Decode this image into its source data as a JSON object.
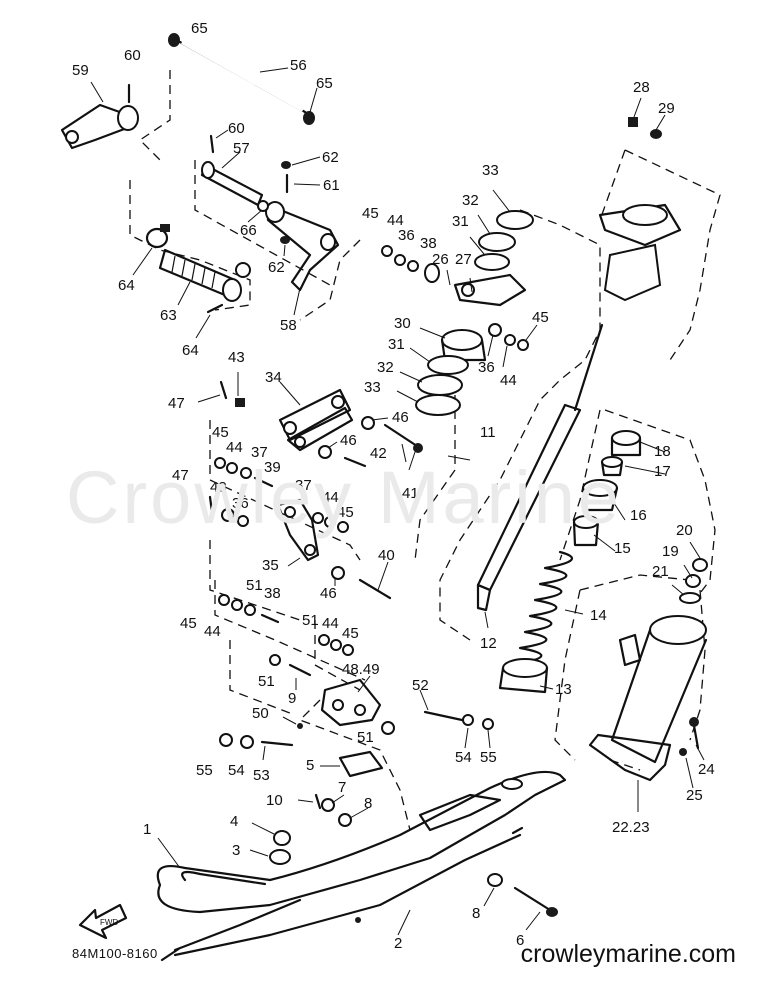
{
  "diagram": {
    "reference_code": "84M100-8160",
    "watermark": "Crowley Marine",
    "website": "crowleymarine.com",
    "direction_badge": "FWD",
    "part_labels": [
      {
        "id": "65a",
        "text": "65"
      },
      {
        "id": "60a",
        "text": "60"
      },
      {
        "id": "59",
        "text": "59"
      },
      {
        "id": "56",
        "text": "56"
      },
      {
        "id": "65b",
        "text": "65"
      },
      {
        "id": "60b",
        "text": "60"
      },
      {
        "id": "57",
        "text": "57"
      },
      {
        "id": "62a",
        "text": "62"
      },
      {
        "id": "61",
        "text": "61"
      },
      {
        "id": "66",
        "text": "66"
      },
      {
        "id": "62b",
        "text": "62"
      },
      {
        "id": "64a",
        "text": "64"
      },
      {
        "id": "63",
        "text": "63"
      },
      {
        "id": "64b",
        "text": "64"
      },
      {
        "id": "58",
        "text": "58"
      },
      {
        "id": "28",
        "text": "28"
      },
      {
        "id": "29",
        "text": "29"
      },
      {
        "id": "33a",
        "text": "33"
      },
      {
        "id": "32a",
        "text": "32"
      },
      {
        "id": "31a",
        "text": "31"
      },
      {
        "id": "45a",
        "text": "45"
      },
      {
        "id": "44a",
        "text": "44"
      },
      {
        "id": "36a",
        "text": "36"
      },
      {
        "id": "38a",
        "text": "38"
      },
      {
        "id": "26",
        "text": "26"
      },
      {
        "id": "27",
        "text": "27"
      },
      {
        "id": "45b",
        "text": "45"
      },
      {
        "id": "36b",
        "text": "36"
      },
      {
        "id": "44b",
        "text": "44"
      },
      {
        "id": "30",
        "text": "30"
      },
      {
        "id": "31b",
        "text": "31"
      },
      {
        "id": "32b",
        "text": "32"
      },
      {
        "id": "33b",
        "text": "33"
      },
      {
        "id": "43a",
        "text": "43"
      },
      {
        "id": "34",
        "text": "34"
      },
      {
        "id": "47a",
        "text": "47"
      },
      {
        "id": "46a",
        "text": "46"
      },
      {
        "id": "46b",
        "text": "46"
      },
      {
        "id": "42",
        "text": "42"
      },
      {
        "id": "41",
        "text": "41"
      },
      {
        "id": "11",
        "text": "11"
      },
      {
        "id": "45c",
        "text": "45"
      },
      {
        "id": "44c",
        "text": "44"
      },
      {
        "id": "37a",
        "text": "37"
      },
      {
        "id": "39",
        "text": "39"
      },
      {
        "id": "47b",
        "text": "47"
      },
      {
        "id": "43b",
        "text": "43"
      },
      {
        "id": "36c",
        "text": "36"
      },
      {
        "id": "37b",
        "text": "37"
      },
      {
        "id": "44d",
        "text": "44"
      },
      {
        "id": "45d",
        "text": "45"
      },
      {
        "id": "18",
        "text": "18"
      },
      {
        "id": "17",
        "text": "17"
      },
      {
        "id": "16",
        "text": "16"
      },
      {
        "id": "15",
        "text": "15"
      },
      {
        "id": "20",
        "text": "20"
      },
      {
        "id": "19",
        "text": "19"
      },
      {
        "id": "21",
        "text": "21"
      },
      {
        "id": "35",
        "text": "35"
      },
      {
        "id": "46c",
        "text": "46"
      },
      {
        "id": "40",
        "text": "40"
      },
      {
        "id": "51a",
        "text": "51"
      },
      {
        "id": "38b",
        "text": "38"
      },
      {
        "id": "45e",
        "text": "45"
      },
      {
        "id": "44e",
        "text": "44"
      },
      {
        "id": "51b",
        "text": "51"
      },
      {
        "id": "44f",
        "text": "44"
      },
      {
        "id": "45f",
        "text": "45"
      },
      {
        "id": "14",
        "text": "14"
      },
      {
        "id": "12",
        "text": "12"
      },
      {
        "id": "51c",
        "text": "51"
      },
      {
        "id": "9",
        "text": "9"
      },
      {
        "id": "4849",
        "text": "48.49"
      },
      {
        "id": "52",
        "text": "52"
      },
      {
        "id": "13",
        "text": "13"
      },
      {
        "id": "50",
        "text": "50"
      },
      {
        "id": "51d",
        "text": "51"
      },
      {
        "id": "54a",
        "text": "54"
      },
      {
        "id": "55a",
        "text": "55"
      },
      {
        "id": "55b",
        "text": "55"
      },
      {
        "id": "54b",
        "text": "54"
      },
      {
        "id": "53",
        "text": "53"
      },
      {
        "id": "5",
        "text": "5"
      },
      {
        "id": "24",
        "text": "24"
      },
      {
        "id": "25",
        "text": "25"
      },
      {
        "id": "10",
        "text": "10"
      },
      {
        "id": "7",
        "text": "7"
      },
      {
        "id": "8a",
        "text": "8"
      },
      {
        "id": "2223",
        "text": "22.23"
      },
      {
        "id": "1",
        "text": "1"
      },
      {
        "id": "4",
        "text": "4"
      },
      {
        "id": "3",
        "text": "3"
      },
      {
        "id": "8b",
        "text": "8"
      },
      {
        "id": "6",
        "text": "6"
      },
      {
        "id": "2",
        "text": "2"
      }
    ]
  }
}
